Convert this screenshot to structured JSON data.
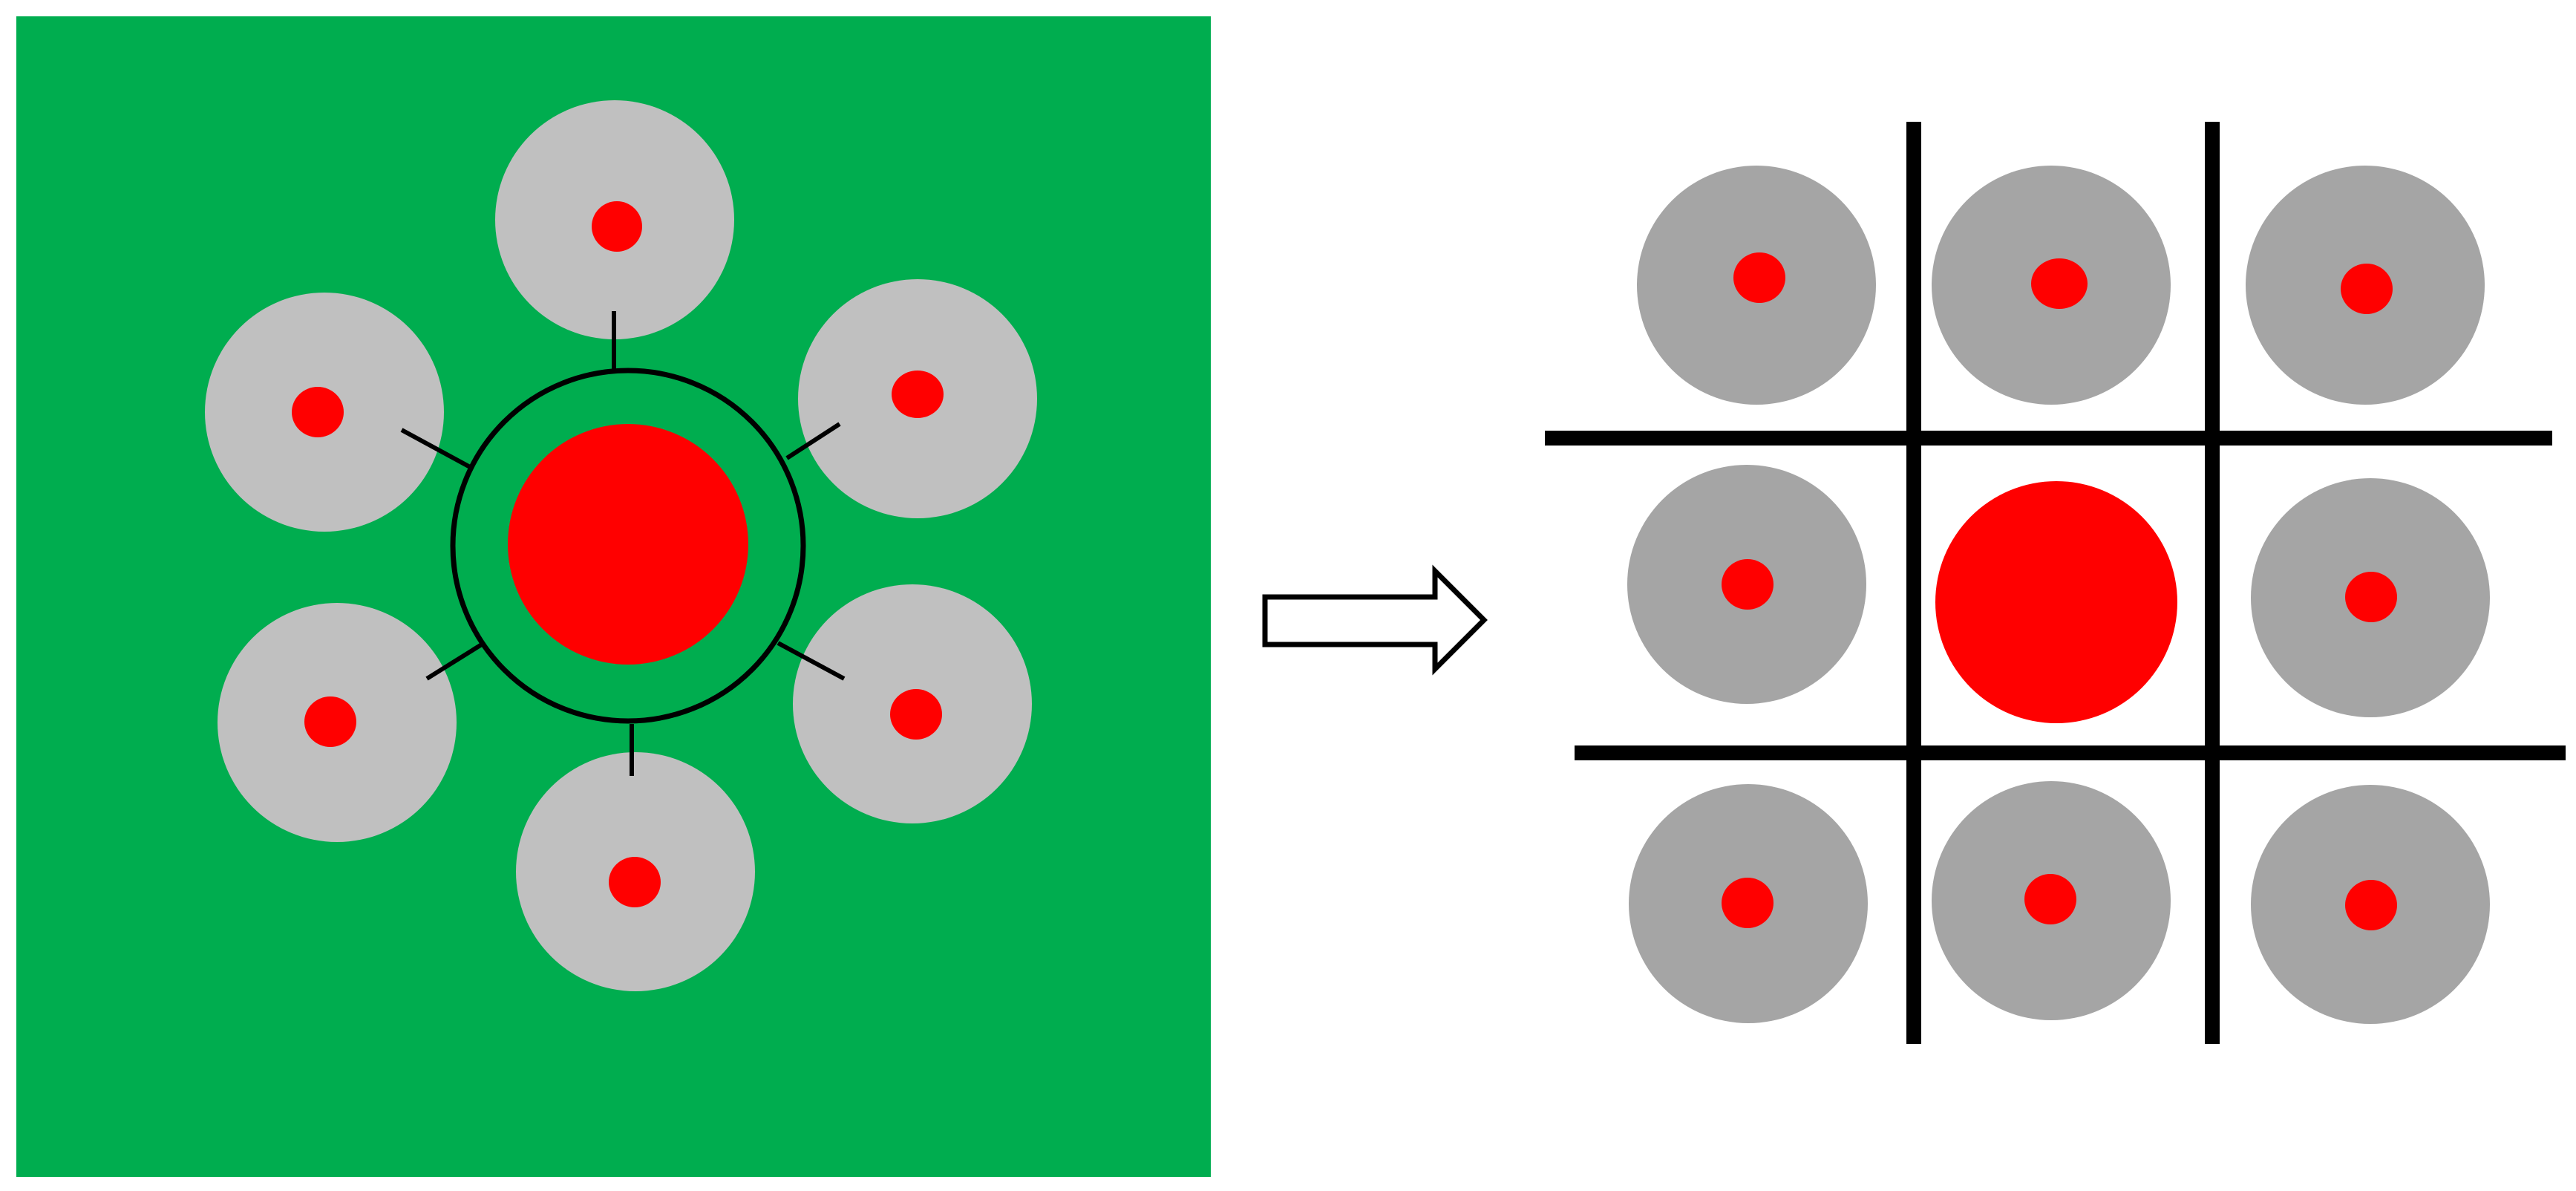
{
  "colors": {
    "background": "#ffffff",
    "left_panel": "#00ad4f",
    "left_satellite": "#c0c0c0",
    "right_satellite": "#a5a5a5",
    "nucleus": "#ff0000",
    "connector": "#000000",
    "grid_line": "#000000",
    "arrow_fill": "#ffffff",
    "arrow_stroke": "#000000"
  },
  "left_panel": {
    "satellite_count": 6,
    "connector_count": 6
  },
  "arrow": {
    "icon": "right-arrow-icon",
    "direction": "right"
  },
  "right_panel": {
    "grid": {
      "rows": 3,
      "columns": 3
    },
    "center_cell": "large-red-circle",
    "outer_cells": "gray-circle-with-red-dot"
  }
}
